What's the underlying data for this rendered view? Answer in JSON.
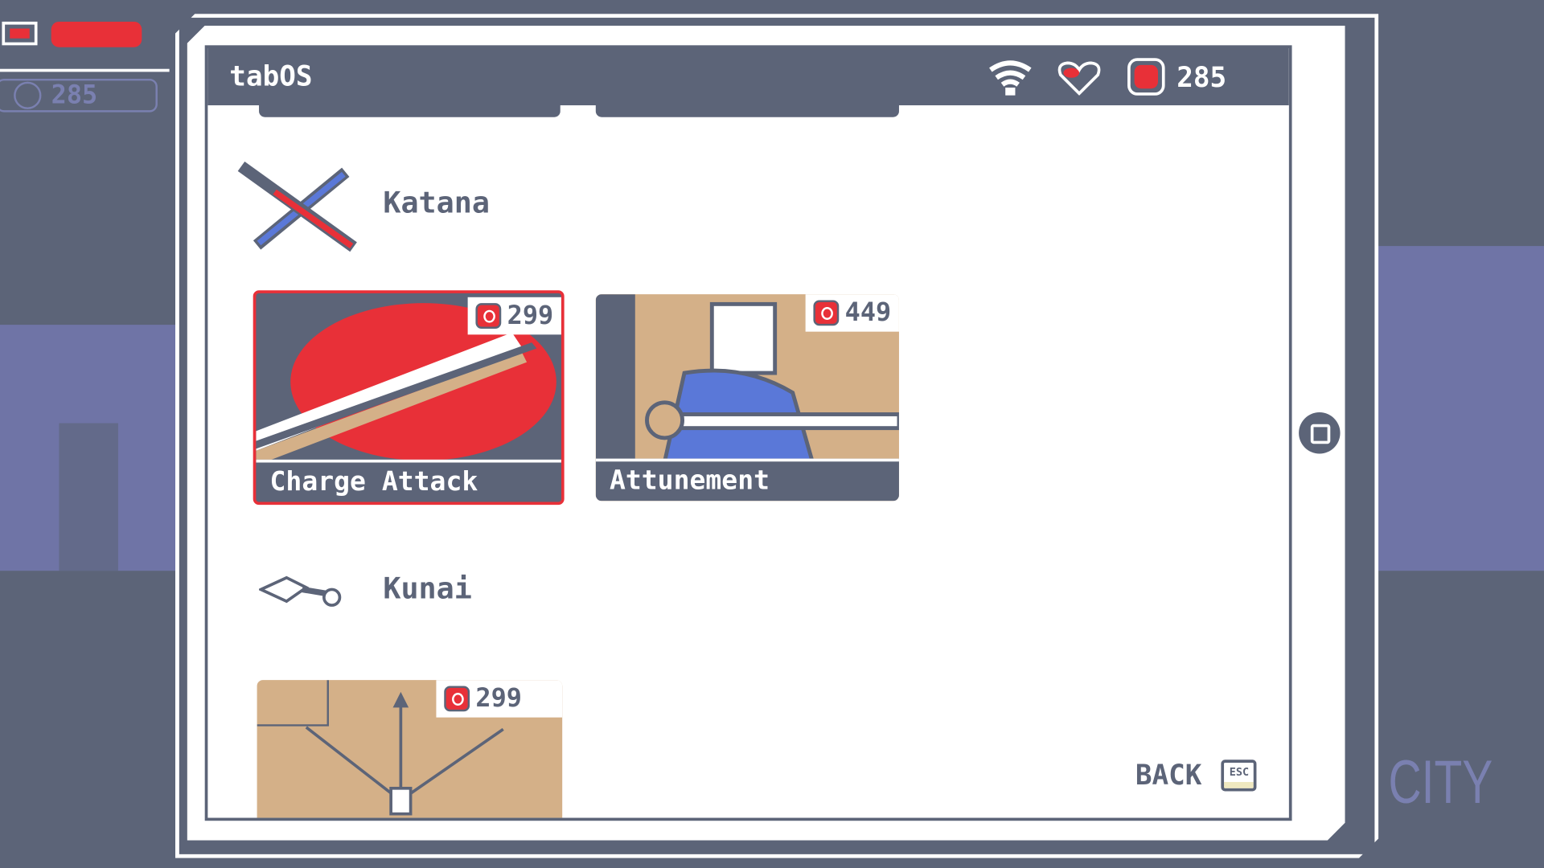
{
  "hud": {
    "battery_level": 1.0,
    "currency": "285"
  },
  "device": {
    "title": "tabOS",
    "status_icons": [
      "wifi-icon",
      "heart-icon",
      "coin-icon"
    ],
    "health_fraction": 0.4,
    "currency": "285"
  },
  "shop": {
    "sections": [
      {
        "name": "Katana",
        "icon": "katana-icon",
        "items": [
          {
            "label": "Charge Attack",
            "price": "299",
            "selected": true
          },
          {
            "label": "Attunement",
            "price": "449",
            "selected": false
          }
        ]
      },
      {
        "name": "Kunai",
        "icon": "kunai-icon",
        "items": [
          {
            "label": "",
            "price": "299",
            "selected": false
          }
        ]
      }
    ]
  },
  "footer": {
    "back_label": "BACK",
    "back_key": "ESC"
  },
  "background": {
    "location_label": "CITY"
  },
  "colors": {
    "slate": "#5c6478",
    "red": "#e83038",
    "tan": "#d4b088",
    "blue": "#5a78d8",
    "lavender": "#7a80b0"
  }
}
